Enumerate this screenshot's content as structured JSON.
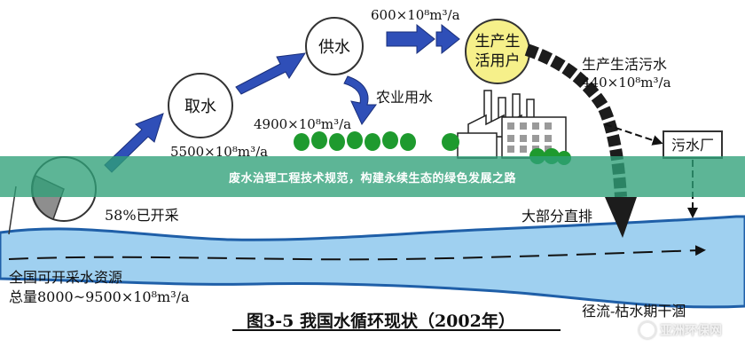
{
  "diagram": {
    "caption": "图3-5  我国水循环现状（2002年）",
    "nodes": {
      "intake": "取水",
      "supply": "供水",
      "domestic_line1": "生产生",
      "domestic_line2": "活用户",
      "sewage_plant": "污水厂"
    },
    "labels": {
      "supply_to_domestic": "600×10⁸m³/a",
      "agriculture": "农业用水",
      "agriculture_volume": "4900×10⁸m³/a",
      "intake_volume": "5500×10⁸m³/a",
      "domestic_sewage": "生产生活污水",
      "sewage_volume": "440×10⁸m³/a",
      "exploited": "58%已开采",
      "direct_discharge": "大部分直排",
      "resources_line1": "全国可开采水资源",
      "resources_line2": "总量8000~9500×10⁸m³/a",
      "river_note": "径流-枯水期干涸"
    },
    "pie_exploited_fraction": 0.58
  },
  "banner": {
    "title": "废水治理工程技术规范，构建永续生态的绿色发展之路"
  },
  "watermark": {
    "text": "亚洲环保网"
  },
  "colors": {
    "arrow_blue": "#2f4fb8",
    "river_blue": "#9fd0f0",
    "river_edge": "#1f5fa8",
    "dark_arrow": "#1c1c1c",
    "node_yellow": "#f6f08a",
    "tree_green": "#1e9a2e",
    "banner_green": "#2fa078"
  }
}
